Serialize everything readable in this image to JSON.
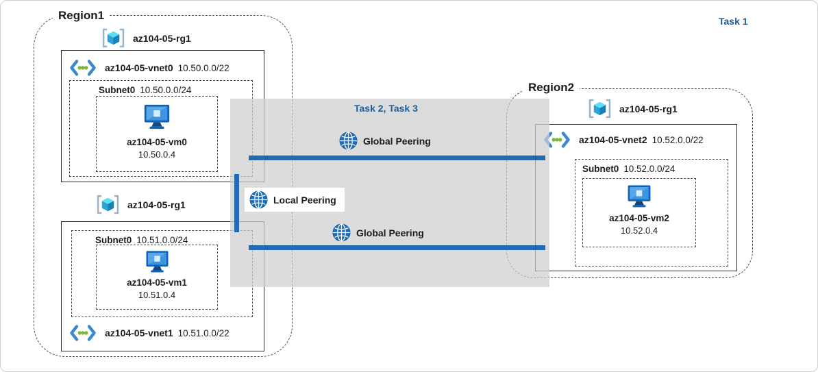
{
  "tasks": {
    "task1": "Task 1",
    "task23": "Task 2, Task 3"
  },
  "regions": {
    "region1": "Region1",
    "region2": "Region2"
  },
  "resource_groups": {
    "top": "az104-05-rg1",
    "bottom": "az104-05-rg1",
    "region2": "az104-05-rg1"
  },
  "vnets": {
    "vnet0": {
      "name": "az104-05-vnet0",
      "cidr": "10.50.0.0/22"
    },
    "vnet1": {
      "name": "az104-05-vnet1",
      "cidr": "10.51.0.0/22"
    },
    "vnet2": {
      "name": "az104-05-vnet2",
      "cidr": "10.52.0.0/22"
    }
  },
  "subnets": {
    "vnet0": {
      "name": "Subnet0",
      "cidr": "10.50.0.0/24"
    },
    "vnet1": {
      "name": "Subnet0",
      "cidr": "10.51.0.0/24"
    },
    "vnet2": {
      "name": "Subnet0",
      "cidr": "10.52.0.0/24"
    }
  },
  "vms": {
    "vm0": {
      "name": "az104-05-vm0",
      "ip": "10.50.0.4"
    },
    "vm1": {
      "name": "az104-05-vm1",
      "ip": "10.51.0.4"
    },
    "vm2": {
      "name": "az104-05-vm2",
      "ip": "10.52.0.4"
    }
  },
  "peerings": {
    "global_top": "Global Peering",
    "local": "Local Peering",
    "global_bottom": "Global Peering"
  },
  "icons": {
    "resource_group": "resource-group-icon",
    "virtual_network": "vnet-icon",
    "virtual_machine": "vm-icon",
    "peering": "globe-peering-icon"
  },
  "colors": {
    "peering_line": "#1f6cb4",
    "task_text": "#1e5c99",
    "overlay": "#cecece"
  }
}
